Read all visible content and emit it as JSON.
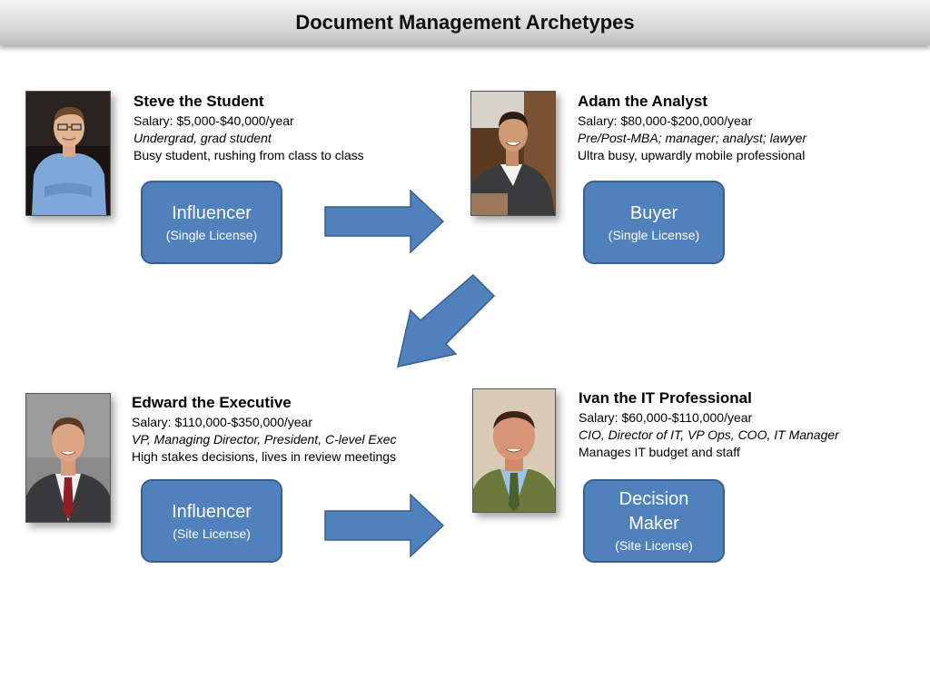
{
  "title": "Document Management Archetypes",
  "colors": {
    "box_fill": "#4f81bd",
    "box_border": "#3a5f8f",
    "arrow_fill": "#4f81bd"
  },
  "personas": {
    "steve": {
      "name": "Steve the Student",
      "salary": "Salary: $5,000-$40,000/year",
      "role": "Undergrad, grad student",
      "description": "Busy student, rushing from class to class",
      "box_title": "Influencer",
      "box_subtitle": "(Single License)"
    },
    "adam": {
      "name": "Adam the Analyst",
      "salary": "Salary: $80,000-$200,000/year",
      "role": "Pre/Post-MBA; manager; analyst; lawyer",
      "description": "Ultra busy, upwardly mobile professional",
      "box_title": "Buyer",
      "box_subtitle": "(Single License)"
    },
    "edward": {
      "name": "Edward the Executive",
      "salary": "Salary: $110,000-$350,000/year",
      "role": "VP, Managing Director, President, C-level Exec",
      "description": "High stakes decisions, lives in review meetings",
      "box_title": "Influencer",
      "box_subtitle": "(Site License)"
    },
    "ivan": {
      "name": "Ivan the IT Professional",
      "salary": "Salary: $60,000-$110,000/year",
      "role": "CIO, Director of IT, VP Ops, COO, IT Manager",
      "description": "Manages IT budget and staff",
      "box_title": "Decision\nMaker",
      "box_subtitle": "(Site License)"
    }
  },
  "icons": [
    "right-arrow-icon",
    "diagonal-down-left-arrow-icon",
    "right-arrow-icon"
  ]
}
